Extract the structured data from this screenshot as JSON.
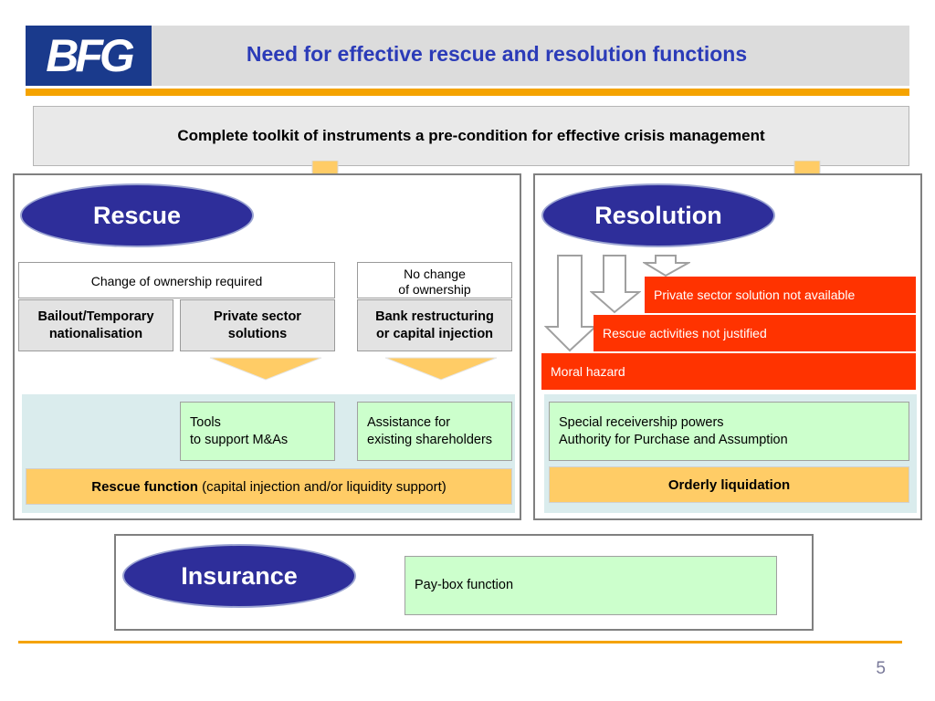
{
  "header": {
    "logo_text": "BFG",
    "title": "Need for effective rescue and resolution functions"
  },
  "toolkit": "Complete toolkit of instruments a pre-condition for effective crisis management",
  "rescue": {
    "heading": "Rescue",
    "ownership_required": "Change of ownership required",
    "no_change_line1": "No change",
    "no_change_line2": "of ownership",
    "bailout_line1": "Bailout/Temporary",
    "bailout_line2": "nationalisation",
    "private_line1": "Private sector",
    "private_line2": "solutions",
    "bank_line1": "Bank restructuring",
    "bank_line2": "or capital injection",
    "tools_line1": "Tools",
    "tools_line2": "to support M&As",
    "assist_line1": "Assistance for",
    "assist_line2": "existing shareholders",
    "function_bold": "Rescue function",
    "function_rest": " (capital injection and/or liquidity support)"
  },
  "resolution": {
    "heading": "Resolution",
    "private_na": "Private sector solution not available",
    "not_justified": "Rescue activities not justified",
    "moral_hazard": "Moral hazard",
    "powers_line1": "Special receivership powers",
    "powers_line2": "Authority for Purchase and Assumption",
    "orderly": "Orderly liquidation"
  },
  "insurance": {
    "heading": "Insurance",
    "paybox": "Pay-box function"
  },
  "page_number": "5",
  "colors": {
    "title_blue": "#2b3bb8",
    "oval_navy": "#2e2e9a",
    "accent_orange": "#f5a300",
    "arrow_yellow": "#ffcc66",
    "red": "#ff3300",
    "green": "#ccffcc"
  }
}
